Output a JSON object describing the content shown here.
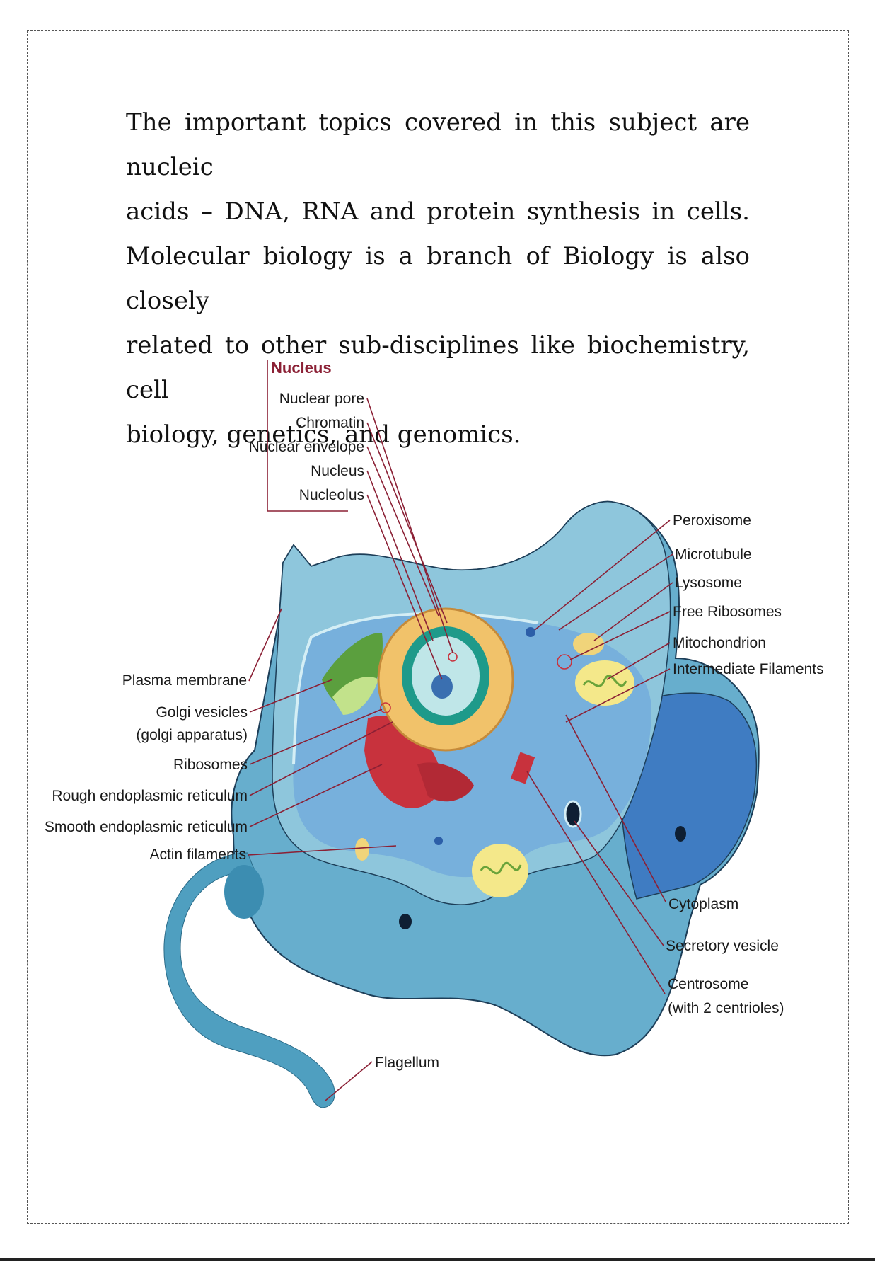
{
  "paragraph": {
    "lines": [
      "The important topics covered in this subject are nucleic",
      "acids – DNA, RNA and protein synthesis in cells.",
      "Molecular biology is a branch of Biology is also closely",
      "related to other sub-disciplines like biochemistry, cell",
      "biology, genetics, and genomics."
    ]
  },
  "diagram": {
    "nucleus_group": {
      "heading": "Nucleus",
      "items": [
        "Nuclear pore",
        "Chromatin",
        "Nuclear envelope",
        "Nucleus",
        "Nucleolus"
      ]
    },
    "left_labels": [
      "Plasma membrane",
      "Golgi vesicles",
      "(golgi apparatus)",
      "Ribosomes",
      "Rough endoplasmic reticulum",
      "Smooth endoplasmic reticulum",
      "Actin filaments"
    ],
    "right_labels": [
      "Peroxisome",
      "Microtubule",
      "Lysosome",
      "Free Ribosomes",
      "Mitochondrion",
      "Intermediate Filaments",
      "Cytoplasm",
      "Secretory vesicle",
      "Centrosome",
      "(with 2 centrioles)"
    ],
    "bottom_labels": [
      "Flagellum"
    ]
  },
  "colors": {
    "leader": "#8b2035",
    "cytoplasm": "#8ec6dc",
    "inner": "#77b0dc",
    "nucleus_ring": "#f1c26a",
    "golgi": "#5b9f3e",
    "er": "#c8323d"
  }
}
